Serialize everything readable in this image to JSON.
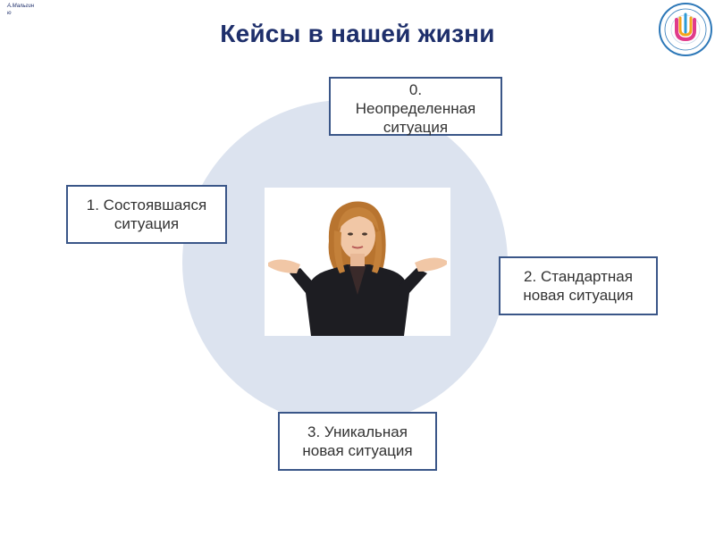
{
  "slide": {
    "author": "А.Мальгин\nю",
    "title": "Кейсы в нашей жизни"
  },
  "cases": [
    {
      "label": "0.\nНеопределенная\nситуация"
    },
    {
      "label": "1. Состоявшаяся\nситуация"
    },
    {
      "label": "2. Стандартная\nновая ситуация"
    },
    {
      "label": "3. Уникальная\nновая ситуация"
    }
  ],
  "colors": {
    "title": "#1e2f6b",
    "circle": "#dce3ef",
    "box_border": "#3a5688"
  },
  "icons": {
    "logo": "university-logo-icon",
    "photo": "shrugging-woman-photo"
  }
}
